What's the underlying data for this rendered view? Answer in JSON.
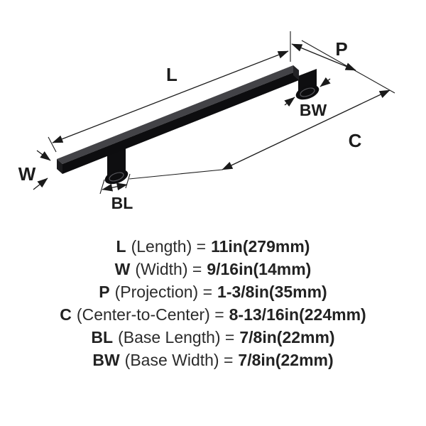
{
  "diagram": {
    "labels": {
      "L": "L",
      "W": "W",
      "P": "P",
      "C": "C",
      "BL": "BL",
      "BW": "BW"
    },
    "colors": {
      "handle_front": "#0d0d0f",
      "handle_top": "#434347",
      "line": "#1a1a1a"
    }
  },
  "specs": [
    {
      "abbr": "L",
      "desc": "(Length) =",
      "value": "11in(279mm)"
    },
    {
      "abbr": "W",
      "desc": "(Width) =",
      "value": "9/16in(14mm)"
    },
    {
      "abbr": "P",
      "desc": "(Projection) =",
      "value": "1-3/8in(35mm)"
    },
    {
      "abbr": "C",
      "desc": "(Center-to-Center) =",
      "value": "8-13/16in(224mm)"
    },
    {
      "abbr": "BL",
      "desc": "(Base Length) =",
      "value": "7/8in(22mm)"
    },
    {
      "abbr": "BW",
      "desc": "(Base Width) =",
      "value": "7/8in(22mm)"
    }
  ]
}
